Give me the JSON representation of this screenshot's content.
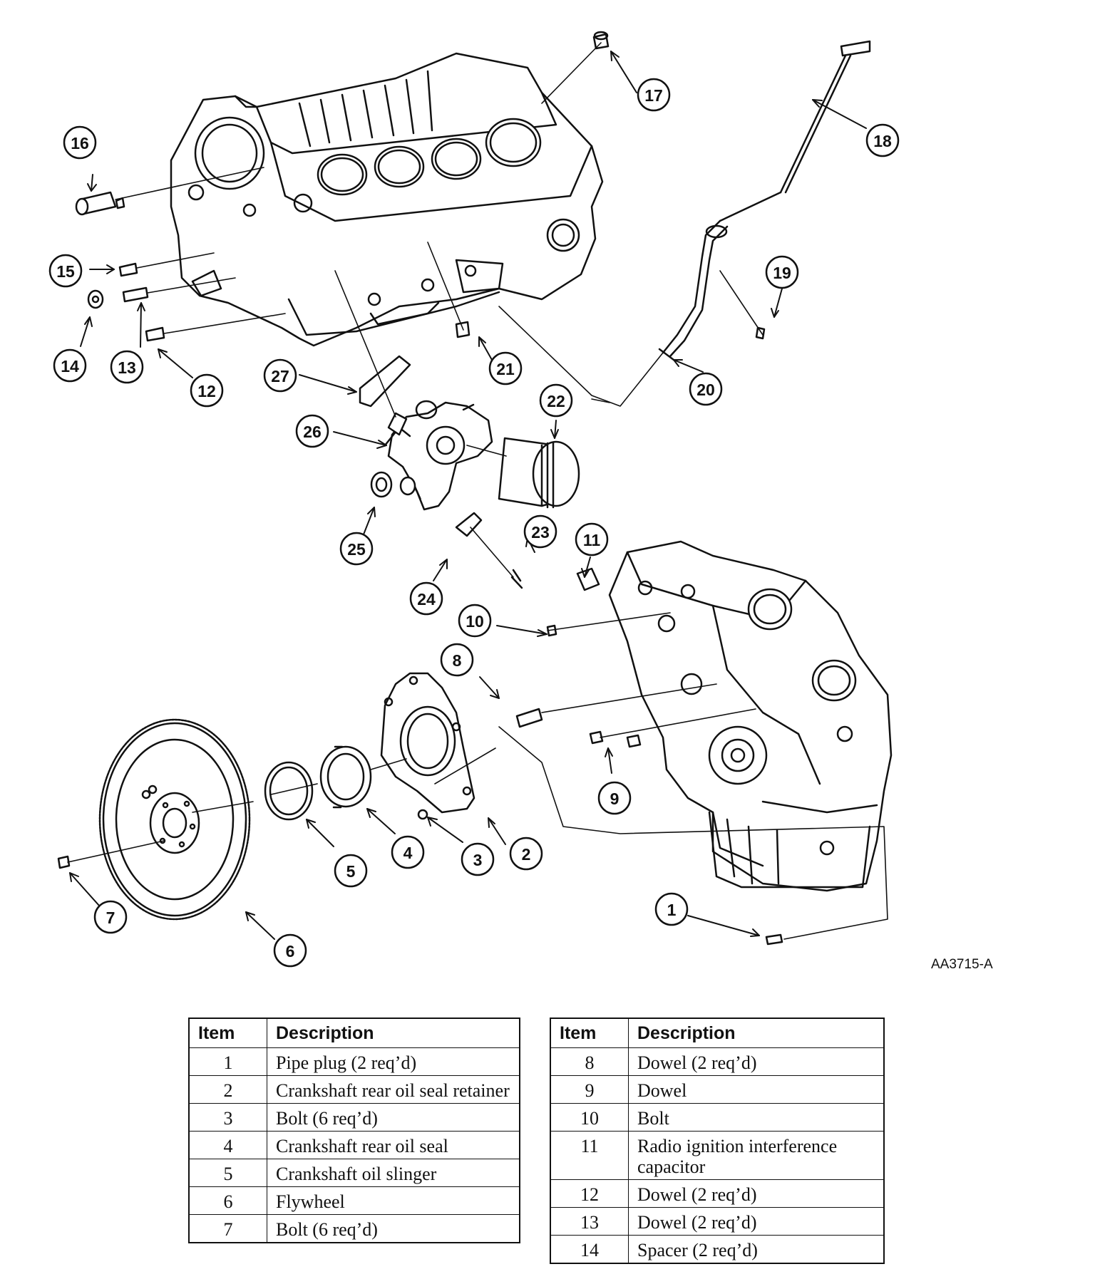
{
  "figure_id": "AA3715-A",
  "callouts": [
    "1",
    "2",
    "3",
    "4",
    "5",
    "6",
    "7",
    "8",
    "9",
    "10",
    "11",
    "12",
    "13",
    "14",
    "15",
    "16",
    "17",
    "18",
    "19",
    "20",
    "21",
    "22",
    "23",
    "24",
    "25",
    "26",
    "27"
  ],
  "table_left": {
    "header_item": "Item",
    "header_desc": "Description",
    "rows": [
      {
        "item": "1",
        "desc": "Pipe plug (2 req’d)"
      },
      {
        "item": "2",
        "desc": "Crankshaft rear oil seal retainer"
      },
      {
        "item": "3",
        "desc": "Bolt (6 req’d)"
      },
      {
        "item": "4",
        "desc": "Crankshaft rear oil seal"
      },
      {
        "item": "5",
        "desc": "Crankshaft oil slinger"
      },
      {
        "item": "6",
        "desc": "Flywheel"
      },
      {
        "item": "7",
        "desc": "Bolt (6 req’d)"
      }
    ]
  },
  "table_right": {
    "header_item": "Item",
    "header_desc": "Description",
    "rows": [
      {
        "item": "8",
        "desc": "Dowel (2 req’d)"
      },
      {
        "item": "9",
        "desc": "Dowel"
      },
      {
        "item": "10",
        "desc": "Bolt"
      },
      {
        "item": "11",
        "desc": "Radio ignition interference capacitor"
      },
      {
        "item": "12",
        "desc": "Dowel (2 req’d)"
      },
      {
        "item": "13",
        "desc": "Dowel (2 req’d)"
      },
      {
        "item": "14",
        "desc": "Spacer (2 req’d)"
      }
    ]
  }
}
